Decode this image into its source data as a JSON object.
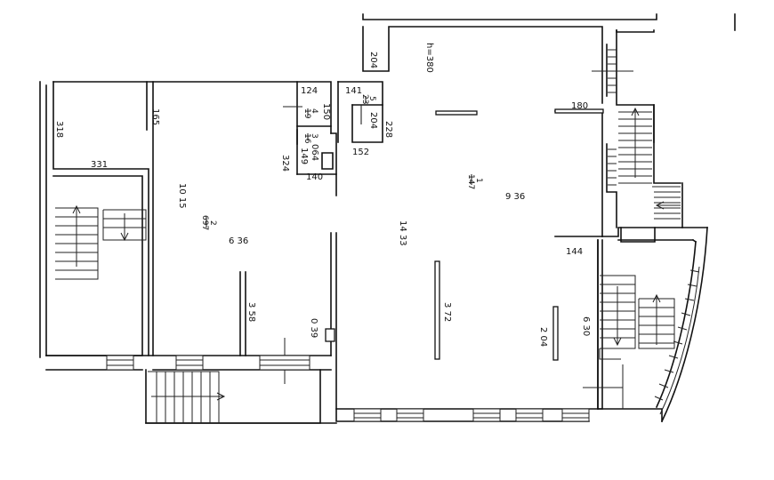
{
  "labels": {
    "height_label": "h=380",
    "d_204_top": "204",
    "d_124": "124",
    "d_141": "141",
    "d_150": "150",
    "d_204_wc": "204",
    "d_228": "228",
    "d_152": "152",
    "d_064": "064",
    "d_149": "149",
    "d_324": "324",
    "d_140": "140",
    "d_165": "165",
    "d_318": "318",
    "d_331": "331",
    "d_180": "180",
    "d_1015": "10 15",
    "d_636": "6 36",
    "d_1433": "14 33",
    "d_936": "9 36",
    "d_144": "144",
    "d_358": "3 58",
    "d_039": "0 39",
    "d_372": "3 72",
    "d_204_low": "2 04",
    "d_630": "6 30",
    "room_1_num": "1",
    "room_1_area": "147",
    "room_2_num": "2",
    "room_2_area": "697",
    "room_3_num": "3",
    "room_3_area": "16",
    "room_4_num": "4",
    "room_4_area": "19",
    "room_5_num": "5",
    "room_5_area": "23"
  }
}
